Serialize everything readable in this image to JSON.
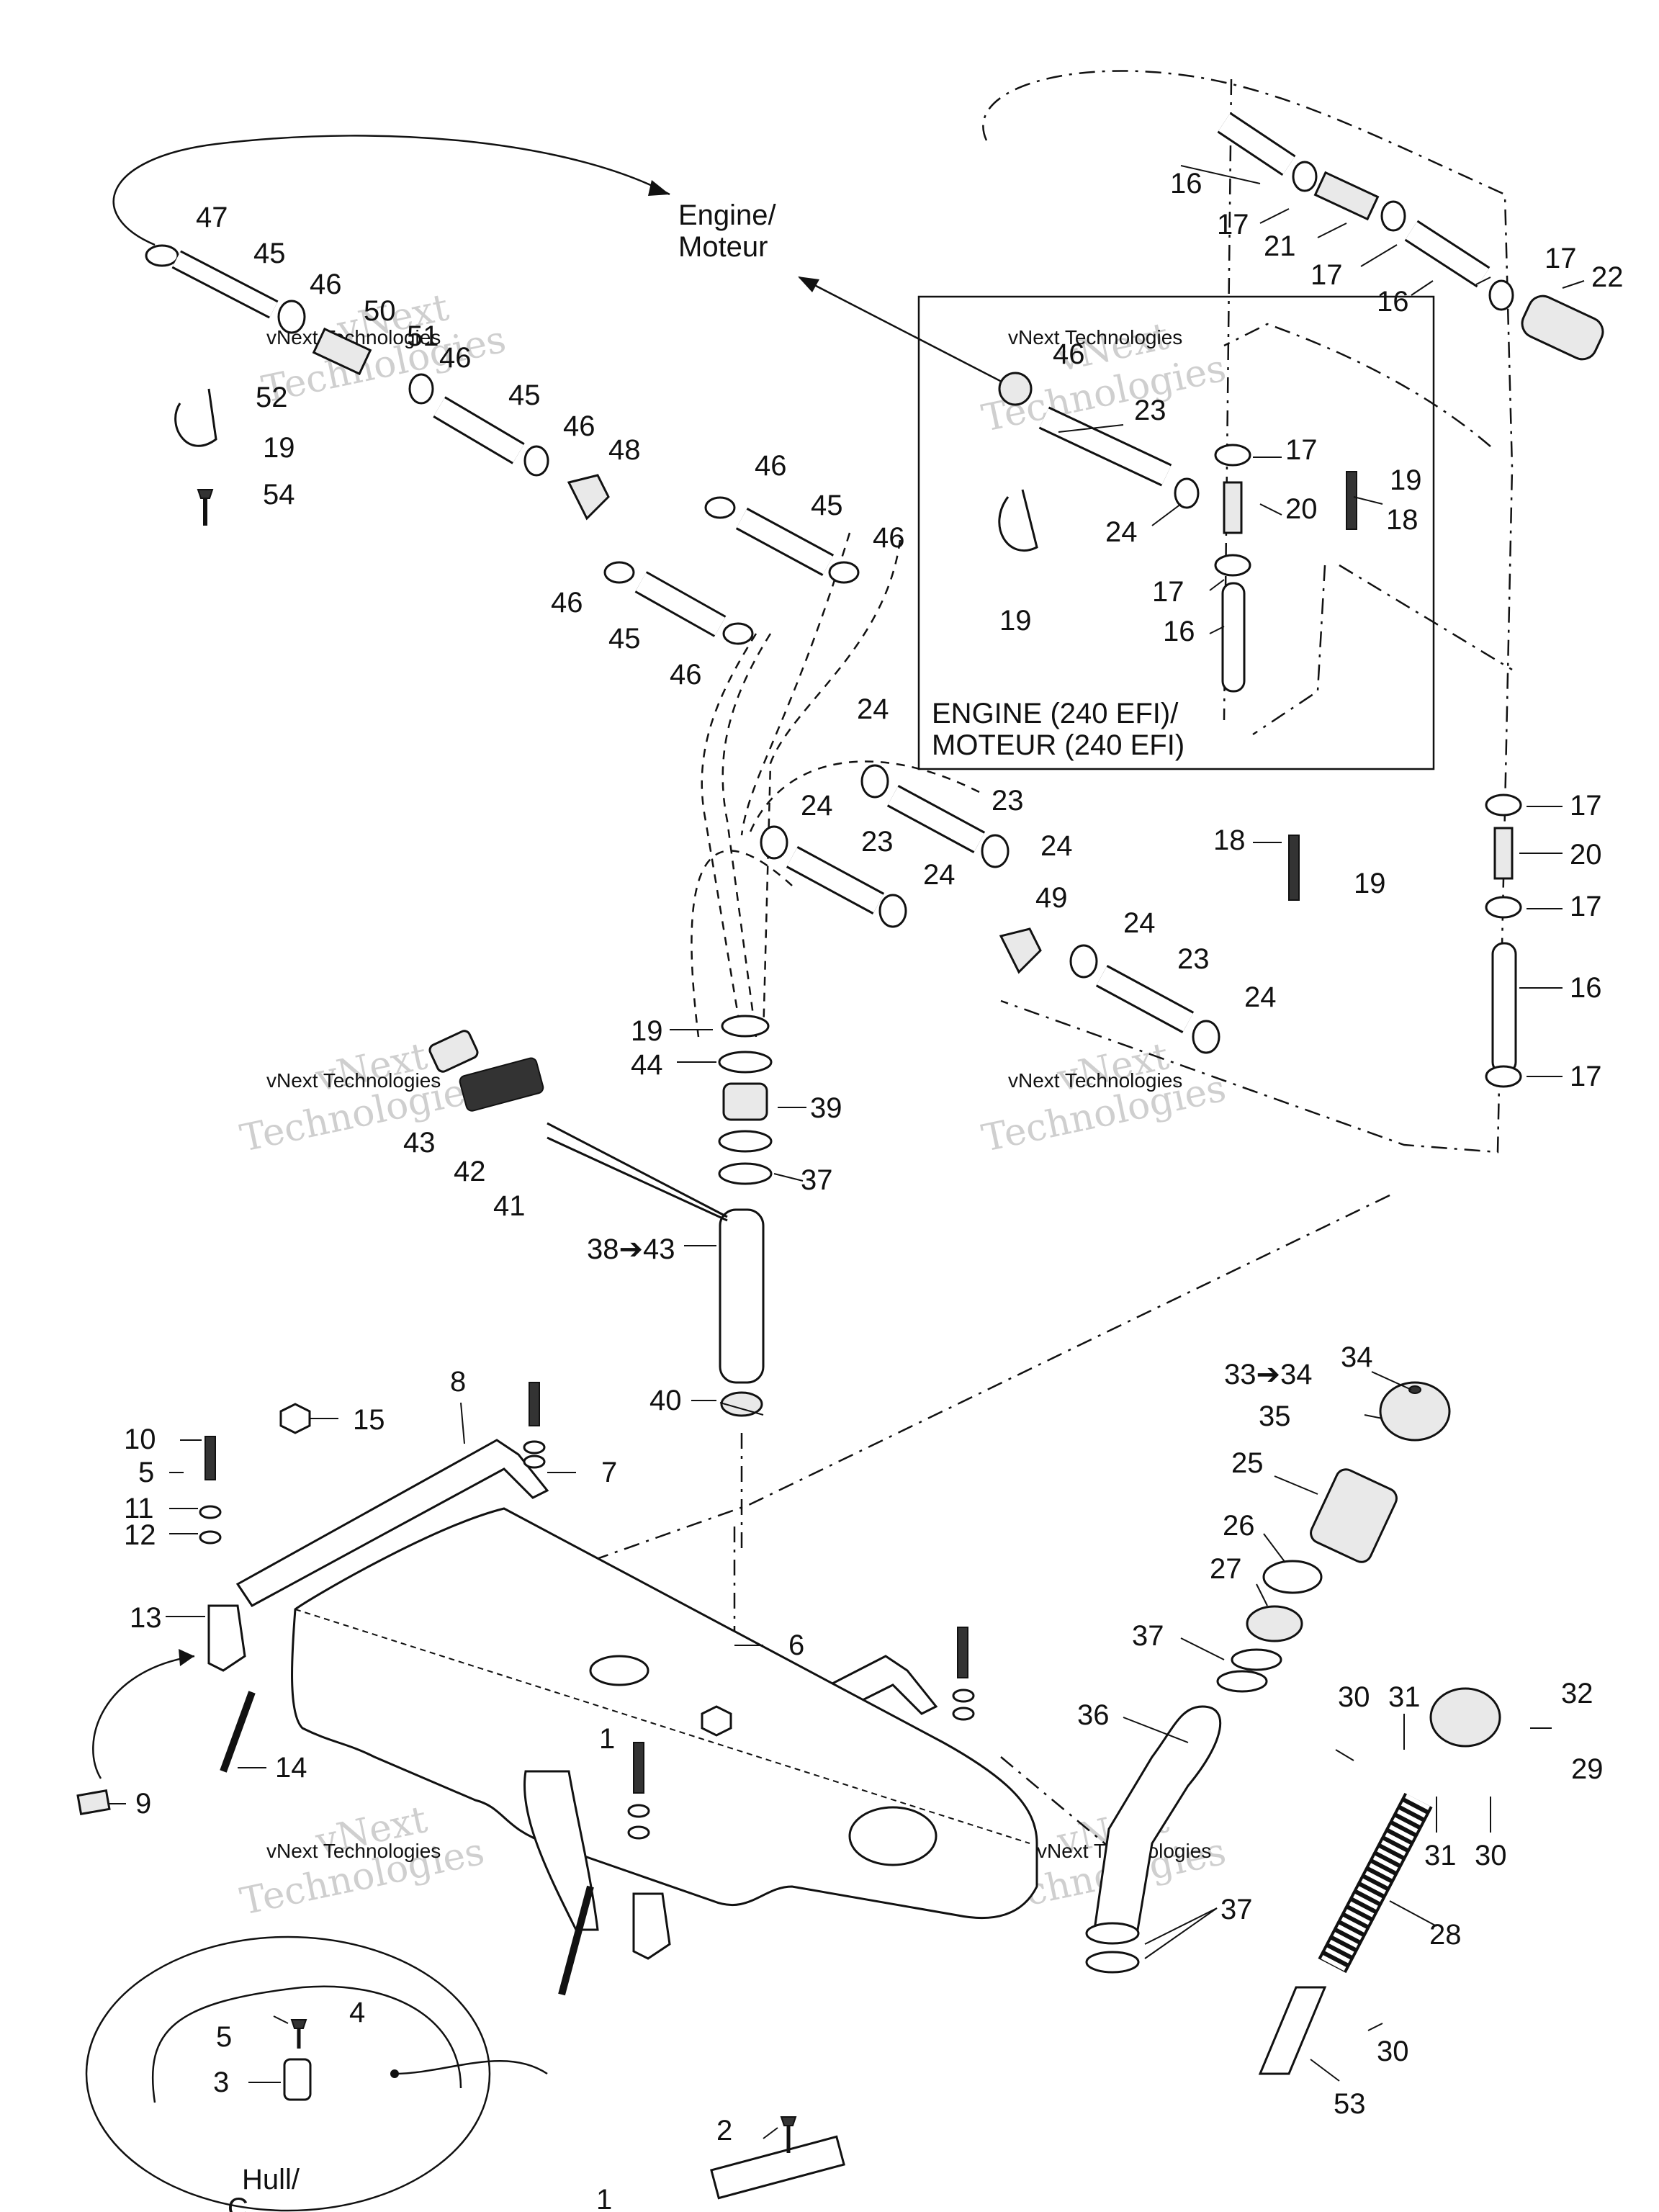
{
  "labels": {
    "engine": [
      "Engine/",
      "Moteur"
    ],
    "engine_240": [
      "ENGINE (240 EFI)/",
      "MOTEUR (240 EFI)"
    ],
    "hull": [
      "Hull/",
      "C"
    ]
  },
  "watermark": {
    "line1": "vNext",
    "line2": "Technologies",
    "small": "vNext Technologies"
  },
  "callouts": {
    "c47": "47",
    "c45a": "45",
    "c46a": "46",
    "c50": "50",
    "c51": "51",
    "c46b": "46",
    "c52": "52",
    "c19a": "19",
    "c54": "54",
    "c45b": "45",
    "c46c": "46",
    "c48": "48",
    "c46d": "46",
    "c45c": "45",
    "c46e": "46",
    "c46f": "46",
    "c45d": "45",
    "c46g": "46",
    "c16a": "16",
    "c17a": "17",
    "c21": "21",
    "c17b": "17",
    "c17c": "17",
    "c16b": "16",
    "c22": "22",
    "c46h": "46",
    "c23a": "23",
    "c17d": "17",
    "c19b": "19",
    "c20a": "20",
    "c18a": "18",
    "c24a": "24",
    "c17e": "17",
    "c16c": "16",
    "c19c": "19",
    "c24b": "24",
    "c23b": "23",
    "c24c": "24",
    "c23c": "23",
    "c24d": "24",
    "c24e": "24",
    "c49": "49",
    "c24f": "24",
    "c23d": "23",
    "c24g": "24",
    "c17f": "17",
    "c18b": "18",
    "c20b": "20",
    "c19d": "19",
    "c17g": "17",
    "c16d": "16",
    "c17h": "17",
    "c19e": "19",
    "c44": "44",
    "c39": "39",
    "c37a": "37",
    "c43": "43",
    "c42": "42",
    "c41": "41",
    "c38": "38➔43",
    "c40": "40",
    "c34": "34",
    "c33": "33➔34",
    "c35": "35",
    "c25": "25",
    "c26": "26",
    "c27": "27",
    "c37b": "37",
    "c36": "36",
    "c30a": "30",
    "c31a": "31",
    "c32": "32",
    "c29": "29",
    "c31b": "31",
    "c30b": "30",
    "c28": "28",
    "c37c": "37",
    "c30c": "30",
    "c53": "53",
    "c8": "8",
    "c15": "15",
    "c7": "7",
    "c10": "10",
    "c5a": "5",
    "c11": "11",
    "c12": "12",
    "c13": "13",
    "c6": "6",
    "c1a": "1",
    "c14": "14",
    "c9": "9",
    "c4": "4",
    "c5b": "5",
    "c3": "3",
    "c2": "2",
    "c1b": "1"
  }
}
